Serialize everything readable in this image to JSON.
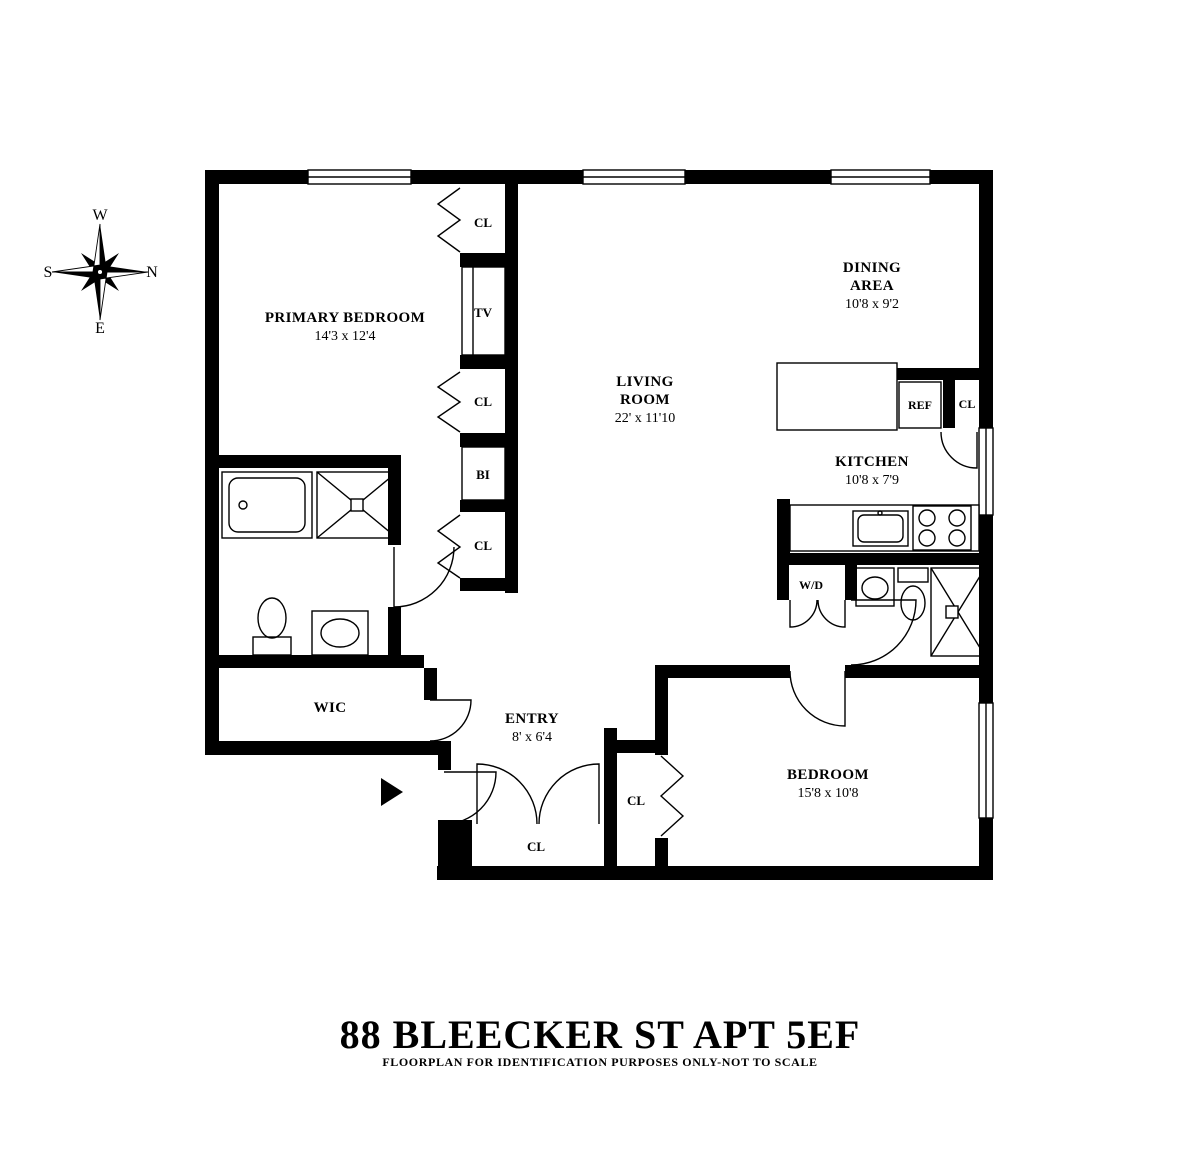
{
  "title": "88 BLEECKER ST APT 5EF",
  "subtitle": "FLOORPLAN FOR IDENTIFICATION PURPOSES ONLY-NOT TO SCALE",
  "compass": {
    "north": "N",
    "south": "S",
    "east": "E",
    "west": "W"
  },
  "rooms": {
    "primary_bedroom": {
      "name": "PRIMARY BEDROOM",
      "dims": "14'3 x 12'4"
    },
    "living_room": {
      "line1": "LIVING",
      "line2": "ROOM",
      "dims": "22' x 11'10"
    },
    "dining_area": {
      "line1": "DINING",
      "line2": "AREA",
      "dims": "10'8 x 9'2"
    },
    "kitchen": {
      "name": "KITCHEN",
      "dims": "10'8 x 7'9"
    },
    "entry": {
      "name": "ENTRY",
      "dims": "8' x 6'4"
    },
    "bedroom": {
      "name": "BEDROOM",
      "dims": "15'8 x 10'8"
    },
    "wic": {
      "name": "WIC"
    }
  },
  "labels": {
    "closet": "CL",
    "tv": "TV",
    "built_in": "BI",
    "refrigerator": "REF",
    "washer_dryer": "W/D"
  },
  "colors": {
    "wall": "#000000",
    "background": "#ffffff",
    "line": "#000000"
  }
}
